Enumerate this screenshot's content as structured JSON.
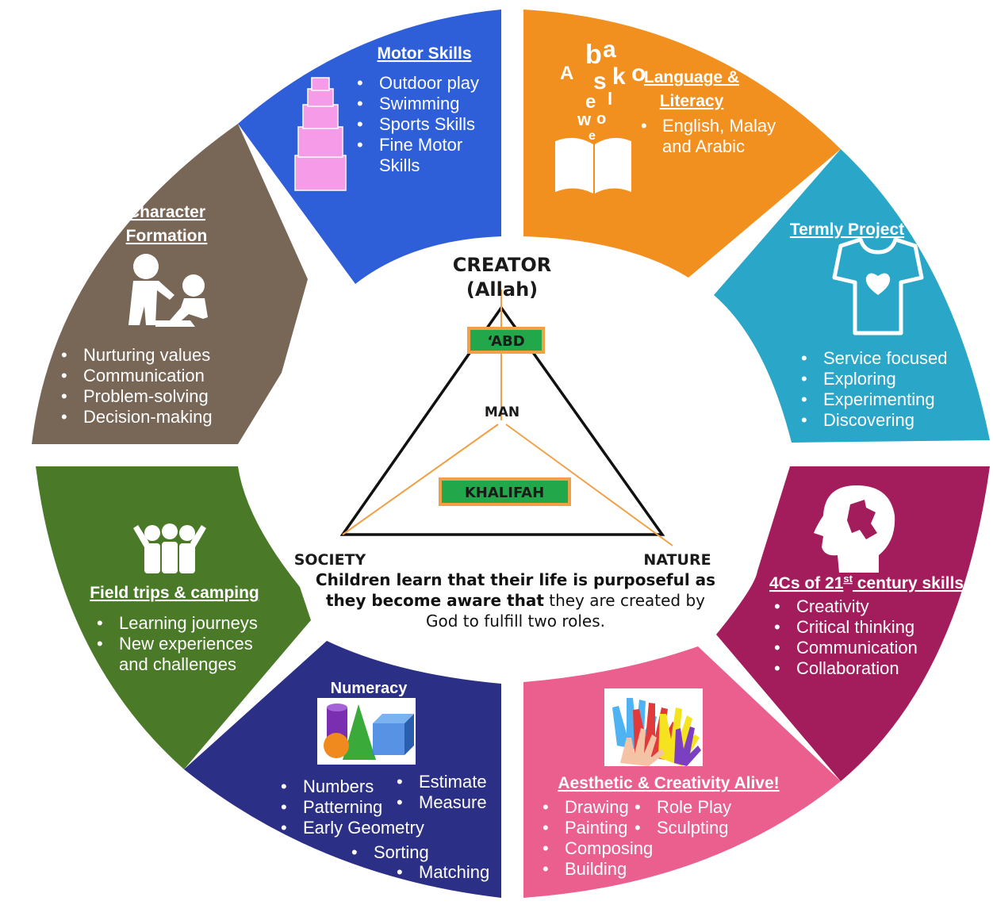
{
  "center": {
    "creator": "CREATOR",
    "allah": "(Allah)",
    "abd": "‘ABD",
    "man": "MAN",
    "khalifah": "KHALIFAH",
    "society": "SOCIETY",
    "nature": "NATURE",
    "caption_bold_1": "Children learn that their life is purposeful as",
    "caption_bold_2": "they become aware that",
    "caption_normal_2": " they are created by",
    "caption_normal_3": "God to fulfill two roles."
  },
  "segments": {
    "motor": {
      "title": "Motor Skills",
      "items": [
        "Outdoor play",
        "Swimming",
        "Sports Skills",
        "Fine Motor",
        "Skills"
      ]
    },
    "language": {
      "title_1": "Language &",
      "title_2": "Literacy",
      "items": [
        "English, Malay",
        "and Arabic"
      ],
      "letters": [
        "b",
        "a",
        "s",
        "k",
        "o",
        "A",
        "e",
        "l",
        "w",
        "o",
        "e"
      ]
    },
    "termly": {
      "title": "Termly Project",
      "items": [
        "Service focused",
        "Exploring",
        "Experimenting",
        "Discovering"
      ]
    },
    "fourc": {
      "title_main": "4Cs of 21",
      "title_sup": "st",
      "title_end": " century skills",
      "items": [
        "Creativity",
        "Critical thinking",
        "Communication",
        "Collaboration"
      ]
    },
    "aesthetic": {
      "title": "Aesthetic & Creativity Alive!",
      "items_left": [
        "Drawing",
        "Painting",
        "Composing",
        "Building"
      ],
      "items_right": [
        "Role Play",
        "Sculpting"
      ]
    },
    "numeracy": {
      "title": "Numeracy",
      "items_left": [
        "Numbers",
        "Patterning",
        "Early Geometry"
      ],
      "items_right": [
        "Estimate",
        "Measure"
      ],
      "items_bottom": [
        "Sorting",
        "Matching"
      ]
    },
    "field": {
      "title": "Field trips & camping",
      "items": [
        "Learning journeys",
        "New experiences",
        "and challenges"
      ]
    },
    "character": {
      "title_1": "Character",
      "title_2": "Formation",
      "items": [
        "Nurturing values",
        "Communication",
        "Problem-solving",
        "Decision-making"
      ]
    }
  },
  "colors": {
    "motor": "#2f5fd8",
    "language": "#f2901f",
    "termly": "#2aa6c9",
    "fourc": "#a31c5c",
    "aesthetic": "#eb5f8e",
    "numeracy": "#2b2f86",
    "field": "#4a7a27",
    "character": "#786656",
    "tri_box": "#22a74a",
    "tri_box_border": "#f0a046",
    "tri_inner_line": "#f0a046"
  },
  "icons": {
    "motor": "stacked-blocks-icon",
    "language": "open-book-letters-icon",
    "termly": "tshirt-heart-icon",
    "fourc": "head-puzzle-icon",
    "aesthetic": "colorful-hands-icon",
    "numeracy": "geometric-shapes-icon",
    "field": "group-people-icon",
    "character": "helping-person-icon"
  }
}
